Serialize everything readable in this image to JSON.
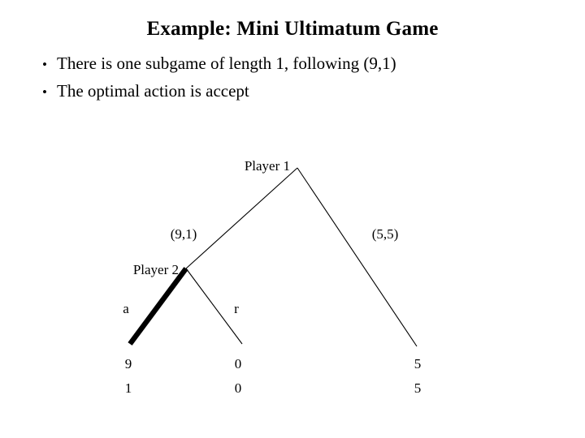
{
  "slide": {
    "title": "Example: Mini Ultimatum Game",
    "bullet_marker": "•",
    "bullets": [
      "There is one subgame of length 1, following (9,1)",
      "The optimal action is accept"
    ]
  },
  "tree": {
    "nodes": [
      {
        "id": "p1",
        "label": "Player 1"
      },
      {
        "id": "p2",
        "label": "Player 2"
      }
    ],
    "branch_labels": {
      "p1_left": "(9,1)",
      "p1_right": "(5,5)",
      "p2_left": "a",
      "p2_right": "r"
    },
    "terminals": [
      {
        "id": "t-accept",
        "player1": "9",
        "player2": "1"
      },
      {
        "id": "t-reject",
        "player1": "0",
        "player2": "0"
      },
      {
        "id": "t-fair",
        "player1": "5",
        "player2": "5"
      }
    ],
    "colors": {
      "line": "#000000",
      "highlight": "#000000",
      "background": "#ffffff",
      "text": "#000000"
    },
    "highlighted_branch": "p2_left"
  }
}
